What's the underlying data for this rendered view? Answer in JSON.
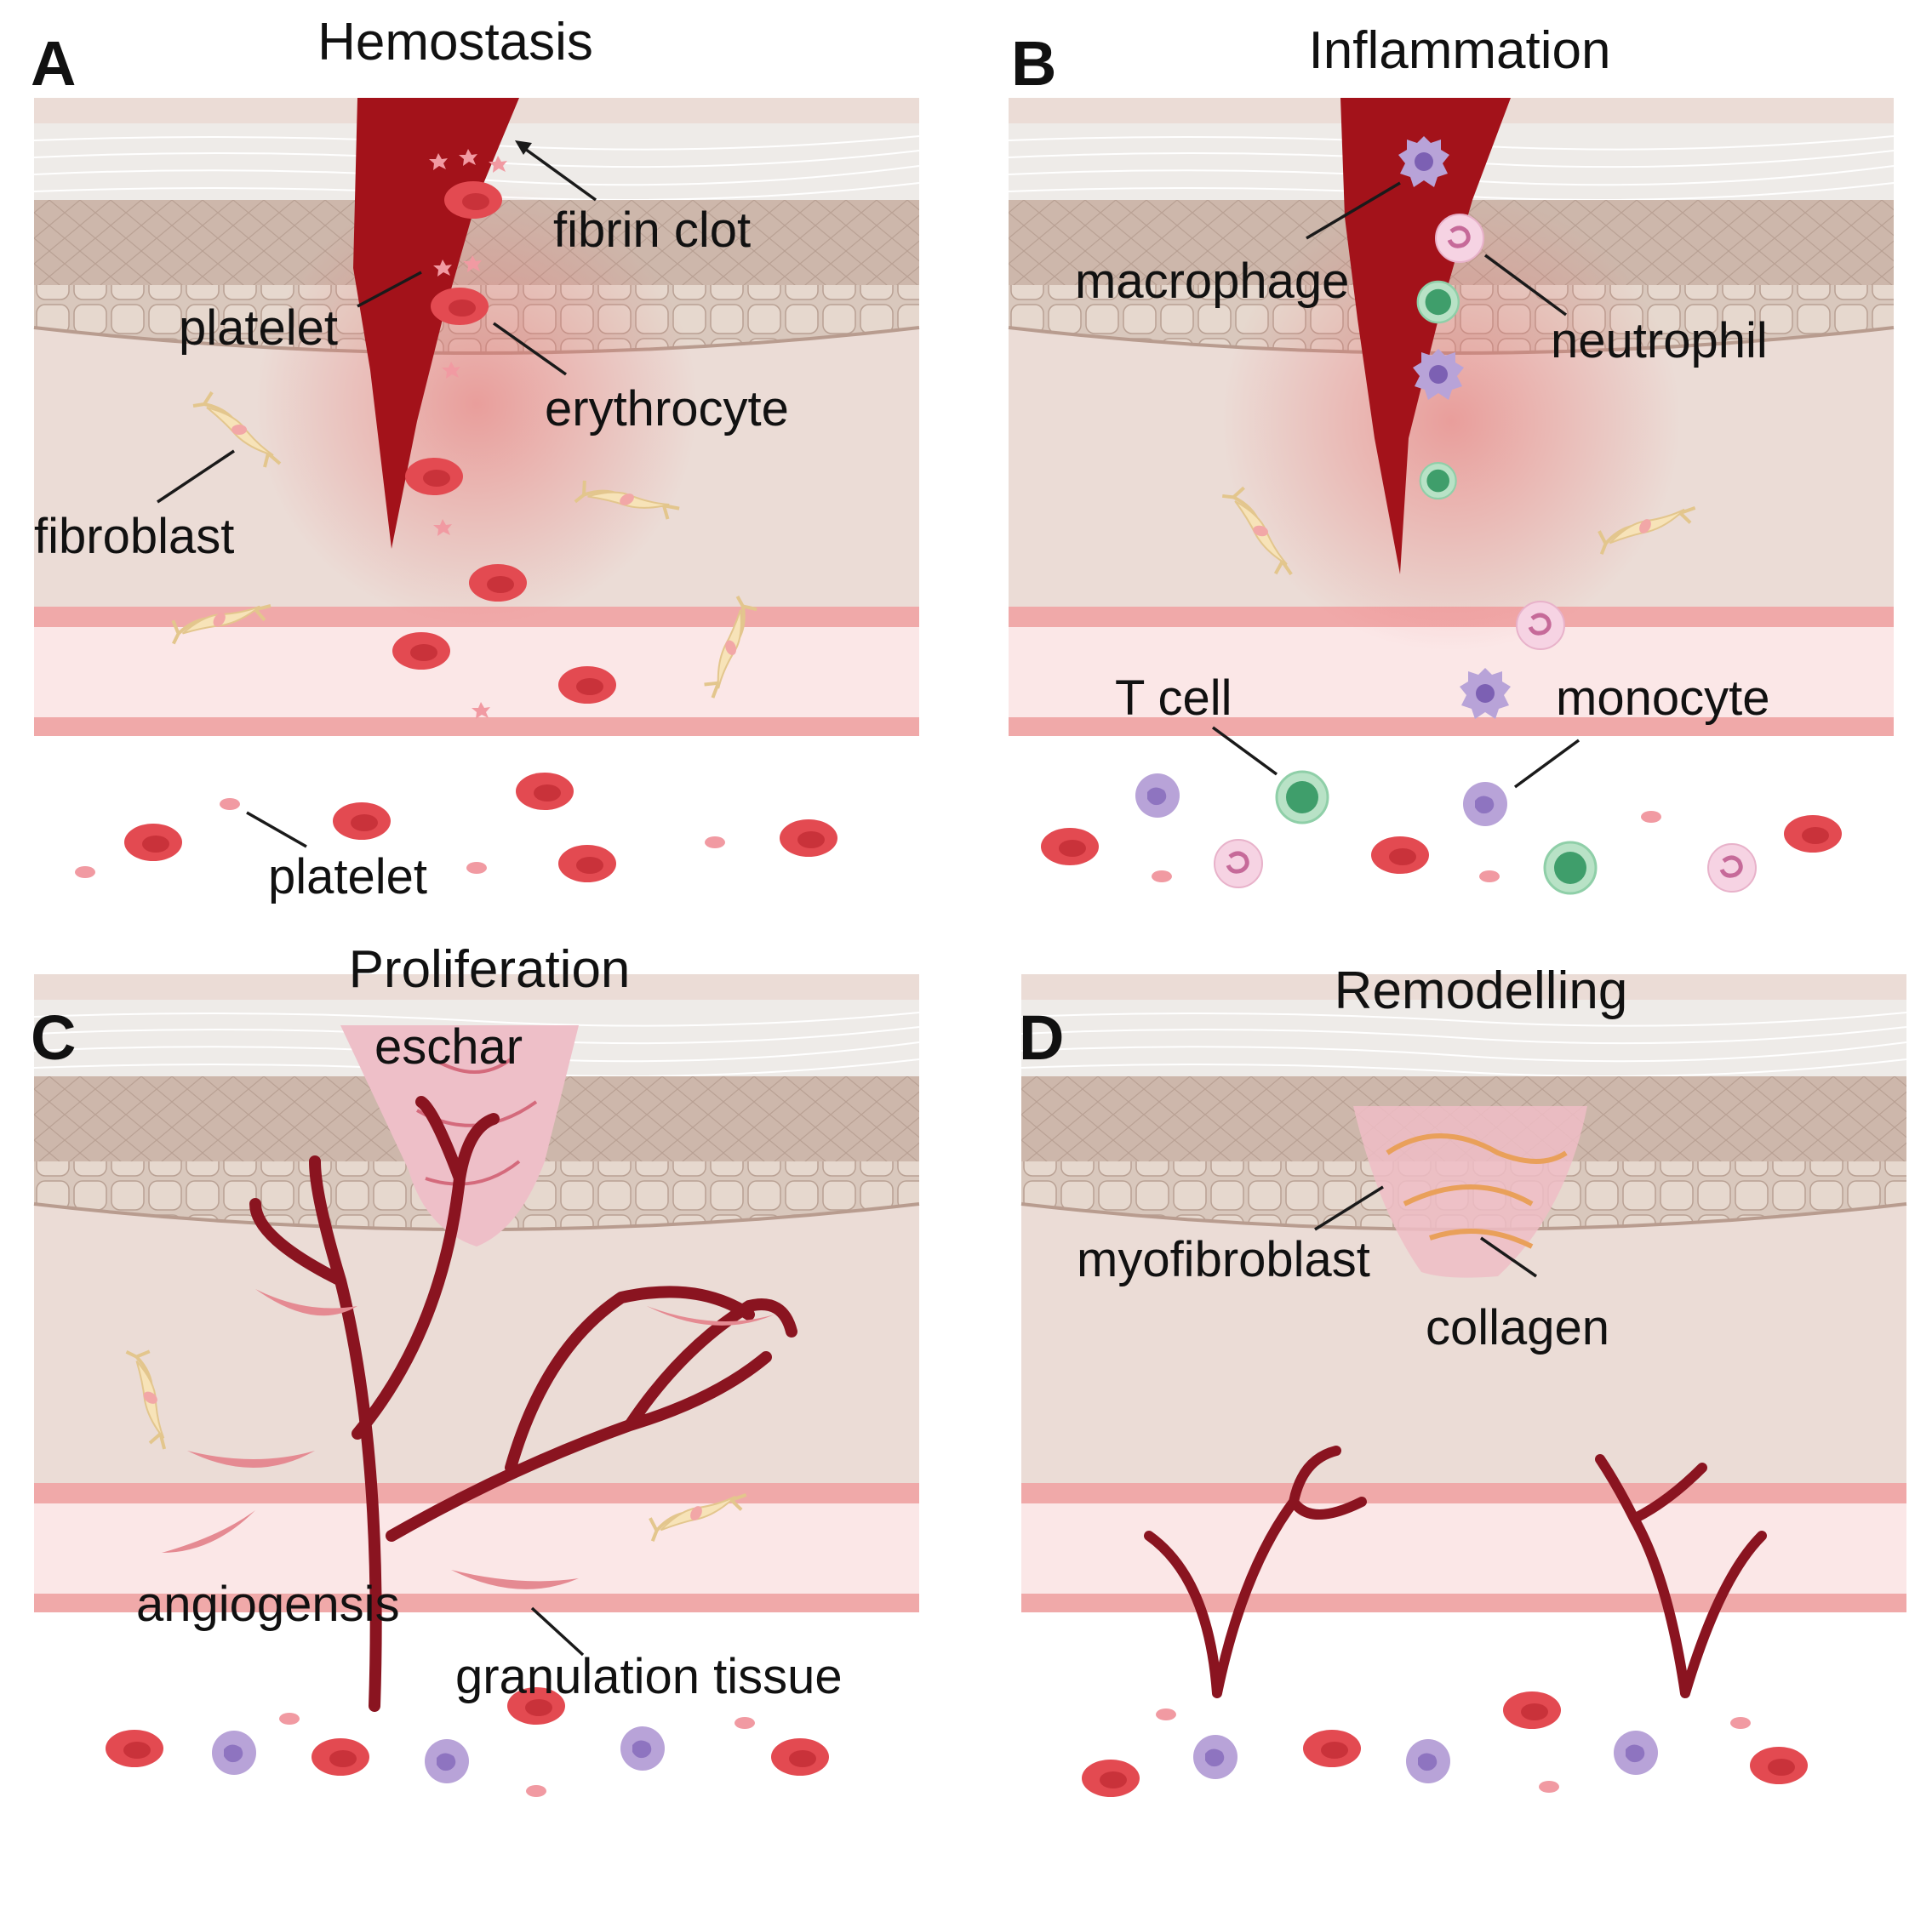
{
  "panels": {
    "A": {
      "letter": "A",
      "title": "Hemostasis",
      "labels": {
        "fibrin_clot": "fibrin clot",
        "platelet_tissue": "platelet",
        "erythrocyte": "erythrocyte",
        "fibroblast": "fibroblast",
        "platelet_vessel": "platelet"
      }
    },
    "B": {
      "letter": "B",
      "title": "Inflammation",
      "labels": {
        "macrophage": "macrophage",
        "neutrophil": "neutrophil",
        "t_cell": "T cell",
        "monocyte": "monocyte"
      }
    },
    "C": {
      "letter": "C",
      "title": "Proliferation",
      "labels": {
        "eschar": "eschar",
        "angiogensis": "angiogensis",
        "granulation_tissue": "granulation tissue"
      }
    },
    "D": {
      "letter": "D",
      "title": "Remodelling",
      "labels": {
        "myofibroblast": "myofibroblast",
        "collagen": "collagen"
      }
    }
  },
  "colors": {
    "skin_outer": "#e6ddd8",
    "epidermis": "#d6c4b9",
    "dermis": "#ead9d2",
    "wound_red": "#a3121a",
    "vessel_wall": "#f0a9a9",
    "vessel_lumen": "#fbe7e7",
    "erythrocyte": "#e34a51",
    "fibroblast": "#f7e3b8",
    "monocyte": "#b8a3d8",
    "t_cell": "#8fcfa8",
    "neutrophil": "#f6d3e3",
    "collagen": "#e9a05a",
    "eschar": "#eebfc8"
  }
}
